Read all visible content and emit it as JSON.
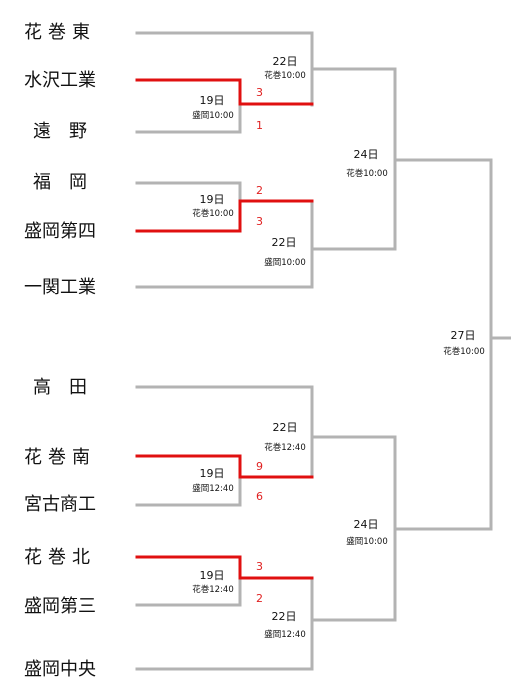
{
  "teams": {
    "t1": "花巻東",
    "t2": "水沢工業",
    "t3": "遠　野",
    "t4": "福　岡",
    "t5": "盛岡第四",
    "t6": "一関工業",
    "t7": "高　田",
    "t8": "花巻南",
    "t9": "宮古商工",
    "t10": "花巻北",
    "t11": "盛岡第三",
    "t12": "盛岡中央"
  },
  "matches": {
    "r1a": {
      "day": "19日",
      "venue": "盛岡10:00",
      "score_top": "3",
      "score_bottom": "1"
    },
    "r1b": {
      "day": "19日",
      "venue": "花巻10:00",
      "score_top": "2",
      "score_bottom": "3"
    },
    "r1c": {
      "day": "19日",
      "venue": "盛岡12:40",
      "score_top": "9",
      "score_bottom": "6"
    },
    "r1d": {
      "day": "19日",
      "venue": "花巻12:40",
      "score_top": "3",
      "score_bottom": "2"
    },
    "r2a": {
      "day": "22日",
      "venue": "花巻10:00"
    },
    "r2b": {
      "day": "22日",
      "venue": "盛岡10:00"
    },
    "r2c": {
      "day": "22日",
      "venue": "花巻12:40"
    },
    "r2d": {
      "day": "22日",
      "venue": "盛岡12:40"
    },
    "semi_top": {
      "day": "24日",
      "venue": "花巻10:00"
    },
    "semi_bottom": {
      "day": "24日",
      "venue": "盛岡10:00"
    },
    "final": {
      "day": "27日",
      "venue": "花巻10:00"
    }
  },
  "colors": {
    "line": "#b3b3b3",
    "winner": "#e01010",
    "score": "#e02020"
  }
}
